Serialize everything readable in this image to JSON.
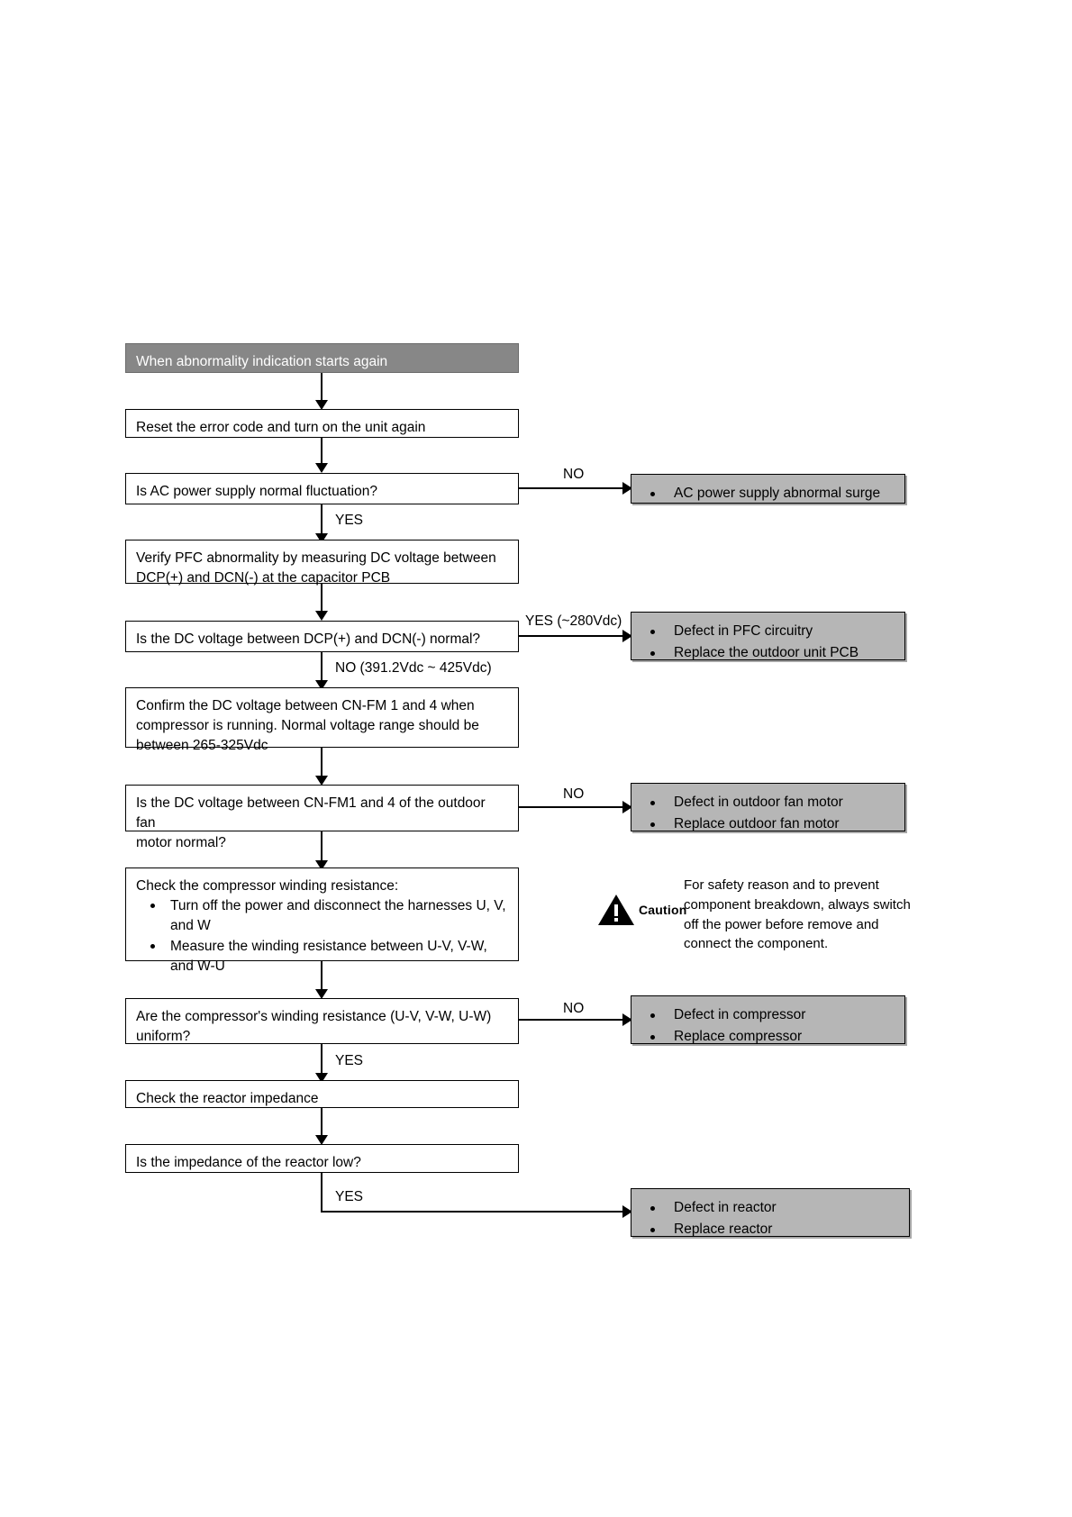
{
  "diagram": {
    "title": "When abnormality indication starts again",
    "nodes": {
      "start": {
        "label": "When abnormality indication starts again"
      },
      "reset": {
        "label": "Reset the error code and turn on the unit again"
      },
      "ac_check": {
        "label": "Is AC power supply normal fluctuation?"
      },
      "verify_pfc": {
        "line1": "Verify PFC abnormality by measuring DC voltage between",
        "line2": "DCP(+) and DCN(-) at the capacitor PCB"
      },
      "dc_voltage_check": {
        "label": "Is the DC voltage between DCP(+) and DCN(-) normal?"
      },
      "confirm_cnfm": {
        "line1": "Confirm the DC voltage between CN-FM 1 and 4 when",
        "line2": "compressor is running. Normal voltage range should be",
        "line3": "between 265-325Vdc"
      },
      "cnfm_check": {
        "line1": "Is the DC voltage between CN-FM1 and 4 of the outdoor fan",
        "line2": "motor normal?"
      },
      "check_winding": {
        "heading": "Check the compressor winding resistance:",
        "bullets": [
          "Turn off the power and disconnect the harnesses U, V, and W",
          "Measure the winding resistance between U-V, V-W, and W-U"
        ]
      },
      "winding_uniform_check": {
        "line1": "Are the compressor's winding resistance (U-V, V-W, U-W)",
        "line2": "uniform?"
      },
      "check_reactor": {
        "label": "Check the reactor impedance"
      },
      "reactor_low_check": {
        "label": "Is the impedance of the reactor low?"
      }
    },
    "results": {
      "ac_surge": {
        "bullets": [
          "AC power supply abnormal surge"
        ]
      },
      "pfc_defect": {
        "bullets": [
          "Defect in PFC circuitry",
          "Replace the outdoor unit PCB"
        ]
      },
      "fan_motor_defect": {
        "bullets": [
          "Defect in outdoor fan motor",
          "Replace outdoor fan motor"
        ]
      },
      "compressor_defect": {
        "bullets": [
          "Defect in compressor",
          "Replace compressor"
        ]
      },
      "reactor_defect": {
        "bullets": [
          "Defect in reactor",
          "Replace reactor"
        ]
      }
    },
    "edge_labels": {
      "ac_no": "NO",
      "ac_yes": "YES",
      "dc_yes": "YES (~280Vdc)",
      "dc_no": "NO (391.2Vdc ~ 425Vdc)",
      "cnfm_no": "NO",
      "winding_no": "NO",
      "winding_yes": "YES",
      "reactor_yes": "YES"
    },
    "caution": {
      "icon": "warning-triangle-icon",
      "word": "Caution",
      "line1": "For safety reason and to prevent",
      "line2": "component breakdown, always switch",
      "line3": "off the power before remove and",
      "line4": "connect the component."
    },
    "colors": {
      "start_fill": "#878787",
      "result_fill": "#b6b6b6",
      "process_fill": "#ffffff",
      "stroke": "#000000"
    }
  }
}
